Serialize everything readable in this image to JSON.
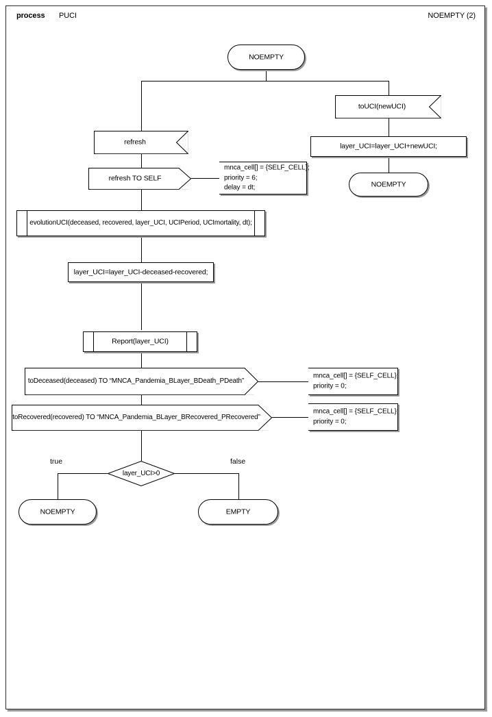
{
  "header": {
    "kind": "process",
    "name": "PUCI",
    "page_label": "NOEMPTY (2)"
  },
  "nodes": {
    "start_state": {
      "label": "NOEMPTY"
    },
    "input_touci": {
      "label": "toUCI(newUCI)"
    },
    "task_add_newuci": {
      "label": "layer_UCI=layer_UCI+newUCI;"
    },
    "state_noempty_right": {
      "label": "NOEMPTY"
    },
    "input_refresh": {
      "label": "refresh"
    },
    "output_refresh_self": {
      "label": "refresh TO SELF"
    },
    "comment_refresh": {
      "text": "mnca_cell[] = {SELF_CELL};\npriority = 6;\ndelay = dt;"
    },
    "proc_evolution": {
      "label": "evolutionUCI(deceased, recovered, layer_UCI, UCIPeriod, UCImortality, dt);"
    },
    "task_subtract": {
      "label": "layer_UCI=layer_UCI-deceased-recovered;"
    },
    "proc_report": {
      "label": "Report(layer_UCI)"
    },
    "output_todeceased": {
      "label": "toDeceased(deceased) TO “MNCA_Pandemia_BLayer_BDeath_PDeath”"
    },
    "comment_todeceased": {
      "text": "mnca_cell[] = {SELF_CELL};\npriority = 0;"
    },
    "output_torecovered": {
      "label": "toRecovered(recovered) TO “MNCA_Pandemia_BLayer_BRecovered_PRecovered”"
    },
    "comment_torecovered": {
      "text": "mnca_cell[] = {SELF_CELL};\npriority = 0;"
    },
    "decision": {
      "label": "layer_UCI>0"
    },
    "branch_true_label": {
      "label": "true"
    },
    "branch_false_label": {
      "label": "false"
    },
    "state_noempty_end": {
      "label": "NOEMPTY"
    },
    "state_empty_end": {
      "label": "EMPTY"
    }
  },
  "colors": {
    "stroke": "#000000",
    "shadow": "#9a9a9a",
    "page_border": "#2b2b2b",
    "background": "#ffffff"
  }
}
